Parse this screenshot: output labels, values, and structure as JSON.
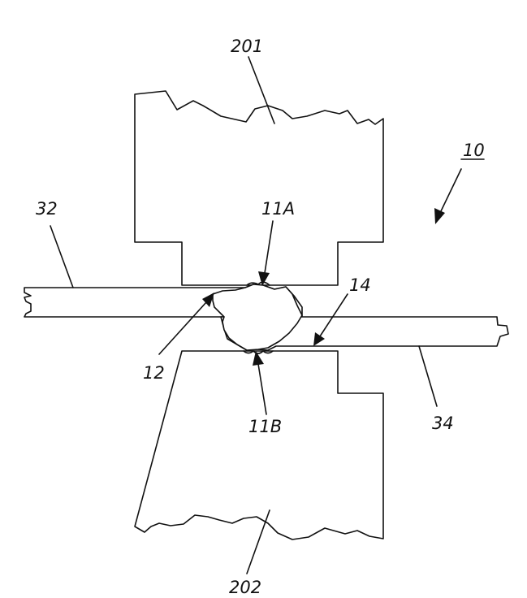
{
  "figure": {
    "title": "Resistance spot weld cross-section (patent figure)",
    "labels": {
      "assembly": "10",
      "upper_electrode": "201",
      "lower_electrode": "202",
      "upper_sheet": "32",
      "lower_sheet": "34",
      "weld_nugget": "12",
      "interface": "14",
      "upper_contact": "11A",
      "lower_contact": "11B"
    },
    "colors": {
      "ink": "#111111",
      "paper": "#ffffff"
    }
  }
}
